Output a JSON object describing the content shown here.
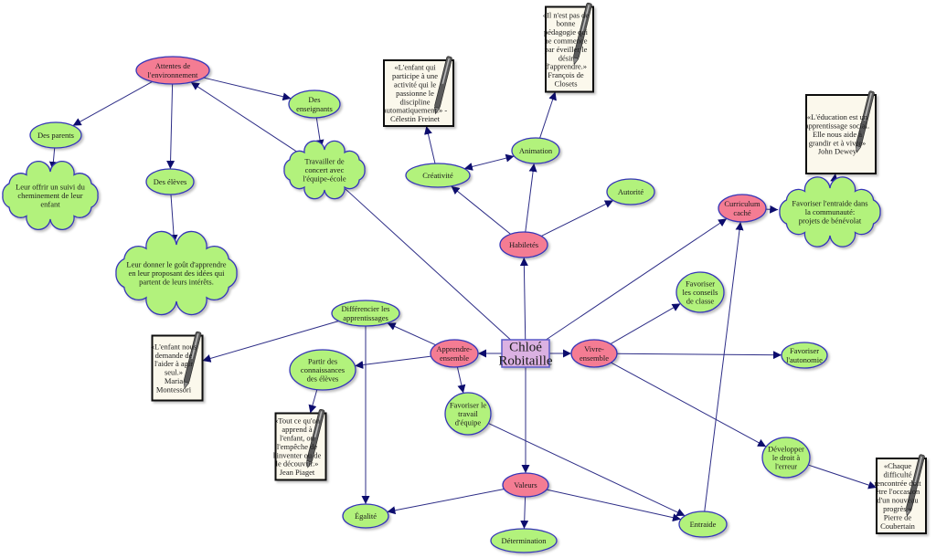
{
  "colors": {
    "concept_green": "#b2f27c",
    "concept_pink": "#f47b93",
    "center_fill": "#dbb1e2",
    "outline": "#3636b8",
    "edge": "#2c2c86",
    "quote_paper": "#fbf8ec"
  },
  "nodes": {
    "center": {
      "lines": [
        "Chloé",
        "Robitaille"
      ]
    },
    "attentes": {
      "lines": [
        "Attentes de",
        "l'environnement"
      ]
    },
    "enseignants": {
      "lines": [
        "Des",
        "enseignants"
      ]
    },
    "parents": {
      "lines": [
        "Des parents"
      ]
    },
    "eleves": {
      "lines": [
        "Des élèves"
      ]
    },
    "travailler": {
      "lines": [
        "Travailler de",
        "concert avec",
        "l'équipe-école"
      ]
    },
    "suivi": {
      "lines": [
        "Leur offrir un suivi du",
        "cheminement de leur",
        "enfant"
      ]
    },
    "donner": {
      "lines": [
        "Leur donner le goût d'apprendre",
        "en leur proposant des idées qui",
        "partent de leurs intérêts."
      ]
    },
    "freinet": {
      "lines": [
        "«L'enfant qui",
        "participe à  une",
        "activité qui le",
        "passionne le",
        "discipline",
        "automatiquement.» -",
        "Célestin Freinet"
      ]
    },
    "closets": {
      "lines": [
        "«Il n'est pas de",
        "bonne",
        "pédagogie qui",
        "ne commence",
        "par éveiller le",
        "désir",
        "d'apprendre.»",
        "François de",
        "Closets"
      ]
    },
    "creativite": {
      "lines": [
        "Créativité"
      ]
    },
    "animation": {
      "lines": [
        "Animation"
      ]
    },
    "autorite": {
      "lines": [
        "Autorité"
      ]
    },
    "habiletes": {
      "lines": [
        "Habiletés"
      ]
    },
    "dewey": {
      "lines": [
        "«L'éducation est un",
        "apprentissage social.",
        "Elle nous aide à",
        "grandir et à vivre»",
        "John Dewey"
      ]
    },
    "curriculum": {
      "lines": [
        "Curriculum",
        "caché"
      ]
    },
    "benevolat": {
      "lines": [
        "Favoriser l'entraide dans",
        "la communauté:",
        "projets de bénévolat"
      ]
    },
    "differencier": {
      "lines": [
        "Différencier les",
        "apprentissages"
      ]
    },
    "montessori": {
      "lines": [
        "«L'enfant nous",
        "demande de",
        "l'aider à agir",
        "seul.»",
        "Maria",
        "Montessori"
      ]
    },
    "partir": {
      "lines": [
        "Partir des",
        "connaissances",
        "des élèves"
      ]
    },
    "apprendre": {
      "lines": [
        "Apprendre-",
        "ensemble"
      ]
    },
    "piaget": {
      "lines": [
        "«Tout ce qu'on",
        "apprend à",
        "l'enfant, on",
        "l'empêche de",
        "l'inventer ou de",
        "le découvrir.»",
        "Jean Piaget"
      ]
    },
    "travail": {
      "lines": [
        "Favoriser le",
        "travail",
        "d'équipe"
      ]
    },
    "egalite": {
      "lines": [
        "Égalité"
      ]
    },
    "valeurs": {
      "lines": [
        "Valeurs"
      ]
    },
    "determination": {
      "lines": [
        "Détermination"
      ]
    },
    "entraide": {
      "lines": [
        "Entraide"
      ]
    },
    "conseils": {
      "lines": [
        "Favoriser",
        "les conseils",
        "de classe"
      ]
    },
    "vivre": {
      "lines": [
        "Vivre-",
        "ensemble"
      ]
    },
    "autonomie": {
      "lines": [
        "Favoriser",
        "l'autonomie"
      ]
    },
    "droit": {
      "lines": [
        "Développer",
        "le droit à",
        "l'erreur"
      ]
    },
    "coubertin": {
      "lines": [
        "«Chaque",
        "difficulté",
        "rencontrée doit",
        "être l'occasion",
        "d'un nouveau",
        "progrès.»",
        "Pierre de",
        "Coubertain"
      ]
    }
  }
}
